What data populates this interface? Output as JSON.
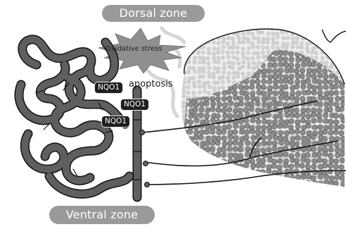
{
  "labels": {
    "dorsal_zone": "Dorsal zone",
    "ventral_zone": "Ventral zone",
    "oxidative_stress": "Oxidative stress",
    "apoptosis": "apoptosis",
    "nqo1_a": "NQO1",
    "nqo1_b": "NQO1",
    "nqo1_c": "NQO1"
  },
  "colors": {
    "tubule_fill": "#5f5f5f",
    "tubule_outline": "#111111",
    "pill_fill": "#9a9a9a",
    "badge_fill": "#1e1e1e",
    "starburst_fill": "#8f8f8f",
    "droplet_dense": "#8c8c8c",
    "droplet_light": "#d2d2d2"
  }
}
